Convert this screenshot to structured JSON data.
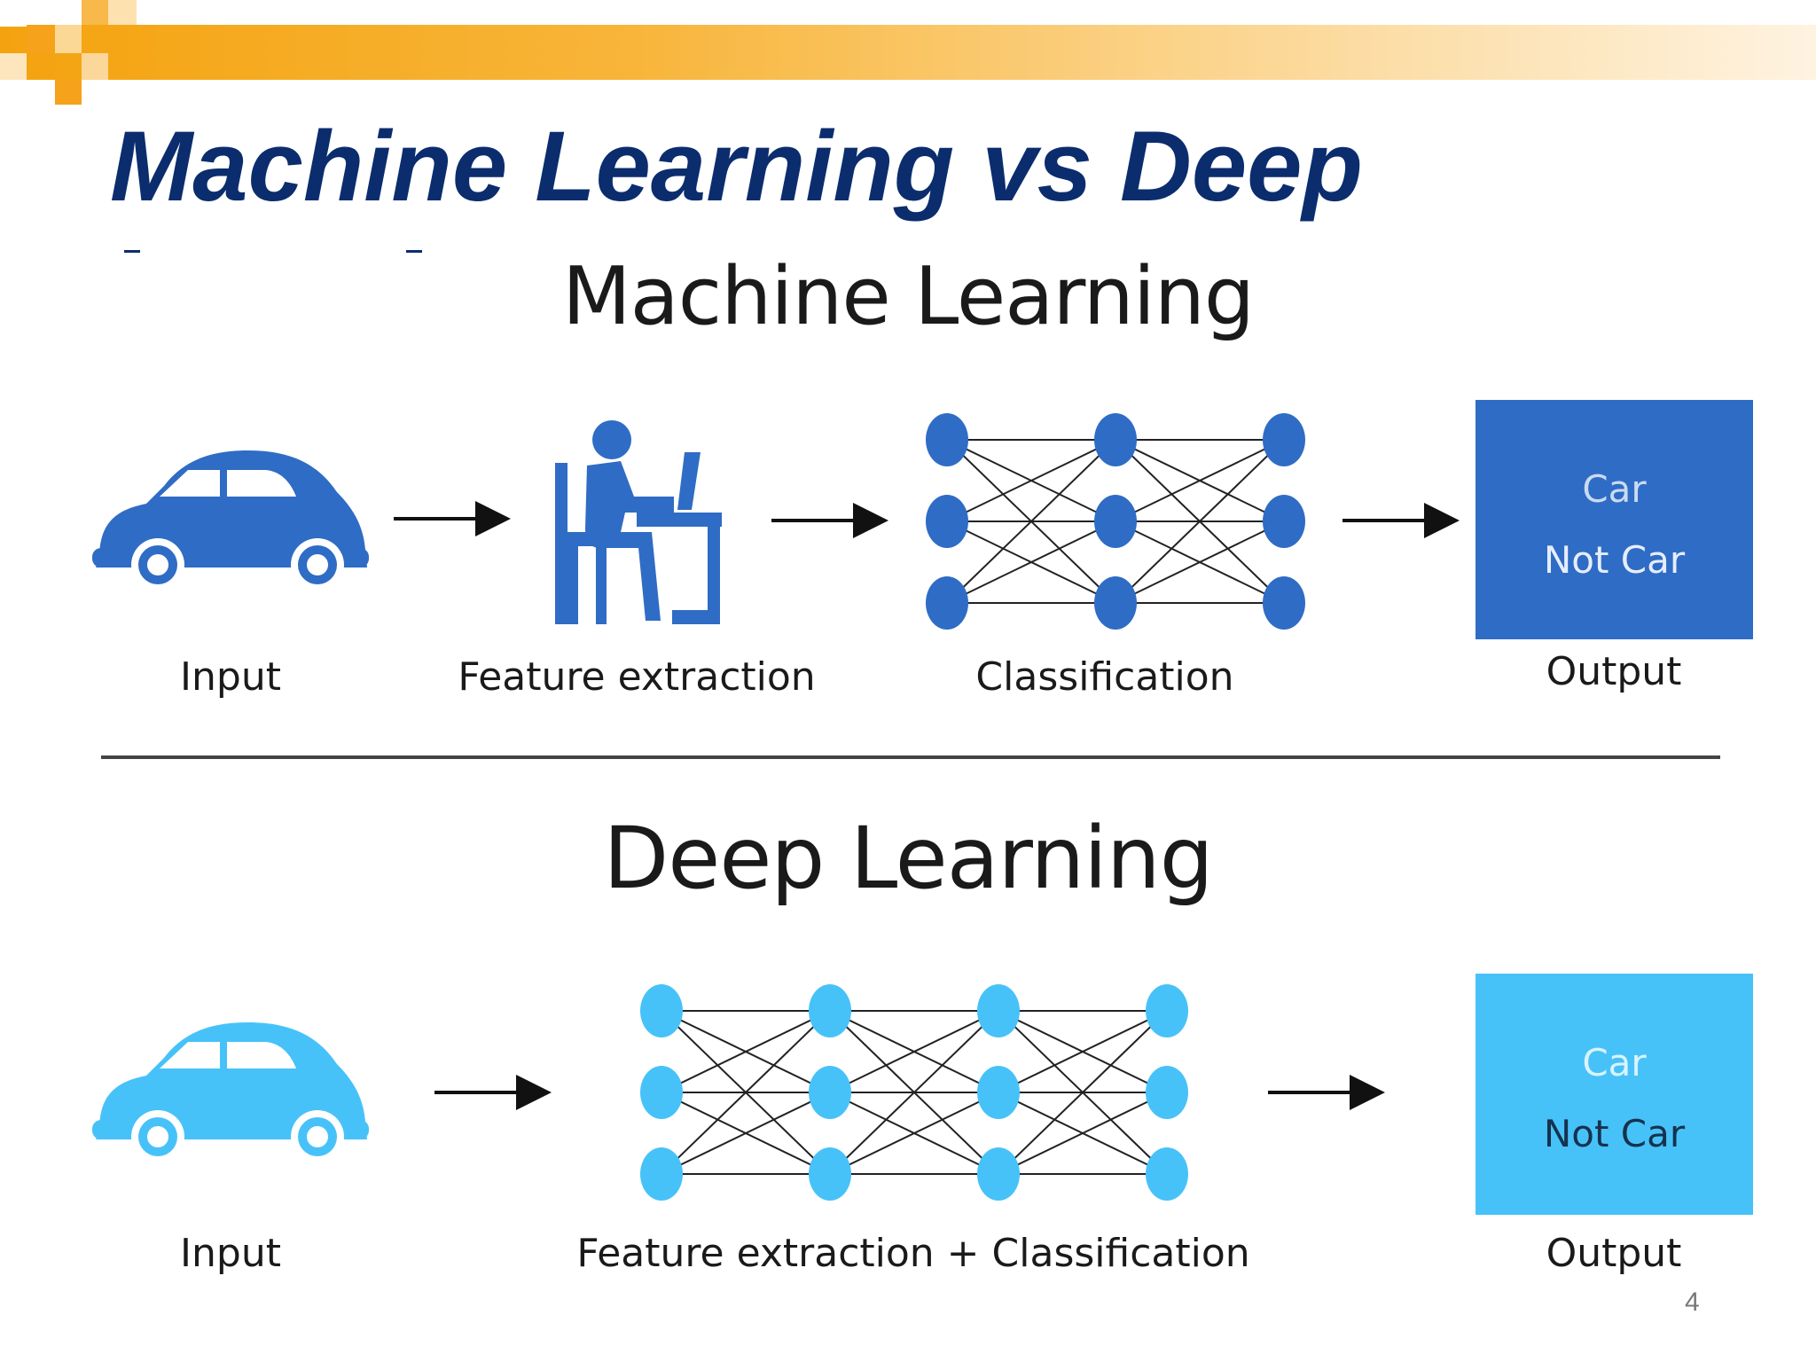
{
  "slide": {
    "title": "Machine Learning vs Deep",
    "page_number": "4",
    "accent_color": "#f4a30f",
    "title_color": "#0b2d6e"
  },
  "machine_learning": {
    "heading": "Machine Learning",
    "color": "#2f6cc5",
    "stages": [
      {
        "label": "Input",
        "icon": "car-icon"
      },
      {
        "label": "Feature extraction",
        "icon": "person-at-desk-icon"
      },
      {
        "label": "Classification",
        "icon": "neural-network-icon"
      },
      {
        "label": "Output"
      }
    ],
    "output_options": [
      "Car",
      "Not Car"
    ]
  },
  "deep_learning": {
    "heading": "Deep Learning",
    "color": "#47c2f9",
    "stages": [
      {
        "label": "Input",
        "icon": "car-icon"
      },
      {
        "label": "Feature extraction + Classification",
        "icon": "neural-network-icon"
      },
      {
        "label": "Output"
      }
    ],
    "output_options": [
      "Car",
      "Not Car"
    ]
  }
}
